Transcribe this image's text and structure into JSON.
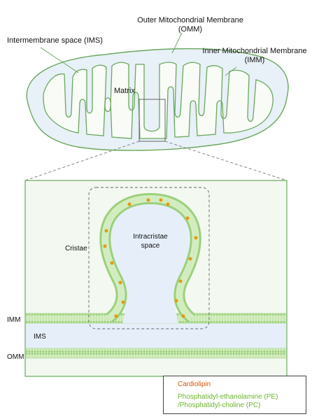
{
  "labels": {
    "outer_membrane": "Outer Mitochondrial Membrane",
    "outer_membrane_abbr": "(OMM)",
    "intermembrane_space": "Intermembrane space (IMS)",
    "inner_membrane": "Inner Mitochondrial Membrane",
    "inner_membrane_abbr": "(IMM)",
    "matrix": "Matrix",
    "cristae": "Cristae",
    "intracristae_line1": "Intracristae",
    "intracristae_line2": "space",
    "imm_short": "IMM",
    "ims_short": "IMS",
    "omm_short": "OMM"
  },
  "legend": {
    "cardiolipin": "Cardiolipin",
    "pe_line1": "Phosphatidyl-ethanolamine (PE)",
    "pe_line2": "/Phosphatidyl-choline (PC)"
  },
  "colors": {
    "membrane_green": "#cdeab9",
    "membrane_stroke": "#5b9e4c",
    "ims_blue": "#e6eff9",
    "panel_bg": "#f3f8f1",
    "cardiolipin": "#e39a14",
    "cardiolipin_text": "#d4560f",
    "pe_text": "#6bb52f"
  }
}
